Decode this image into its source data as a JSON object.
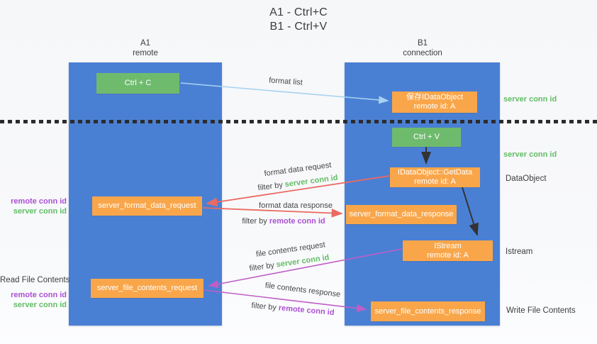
{
  "title": {
    "line1": "A1 - Ctrl+C",
    "line2": "B1 - Ctrl+V"
  },
  "lanes": {
    "a1": {
      "id": "A1",
      "role": "remote"
    },
    "b1": {
      "id": "B1",
      "role": "connection"
    }
  },
  "nodes": {
    "ctrl_c": "Ctrl + C",
    "ctrl_v": "Ctrl + V",
    "save_dataobject": {
      "line1": "保存IDataObject",
      "line2": "remote id: A"
    },
    "getdata": {
      "line1": "IDataObject::GetData",
      "line2": "remote id: A"
    },
    "istream": {
      "line1": "IStream",
      "line2": "remote id: A"
    },
    "server_format_data_request": "server_format_data_request",
    "server_format_data_response": "server_format_data_response",
    "server_file_contents_request": "server_file_contents_request",
    "server_file_contents_response": "server_file_contents_response"
  },
  "labels": {
    "format_list": "format list",
    "format_data_request": "format data request",
    "format_data_response": "format data response",
    "file_contents_request": "file contents request",
    "file_contents_response": "file contents response",
    "filter_by": "filter by",
    "server_conn_id": "server conn id",
    "remote_conn_id": "remote conn id",
    "read_file_contents": "Read File Contents",
    "write_file_contents": "Write File Contents",
    "dataobject": "DataObject",
    "istream": "Istream"
  },
  "colors": {
    "lane_blue": "#4a80d4",
    "node_green": "#6fbb6e",
    "node_orange": "#f9a64a",
    "arrow_blue": "#a6d2f1",
    "arrow_red": "#ea6a62",
    "arrow_magenta": "#bf5ec6",
    "arrow_black": "#333333",
    "label_green": "#63bd66",
    "label_purple": "#ab4fd3",
    "text_dark": "#3c3c3c",
    "separator_black": "#2c2c2c"
  }
}
